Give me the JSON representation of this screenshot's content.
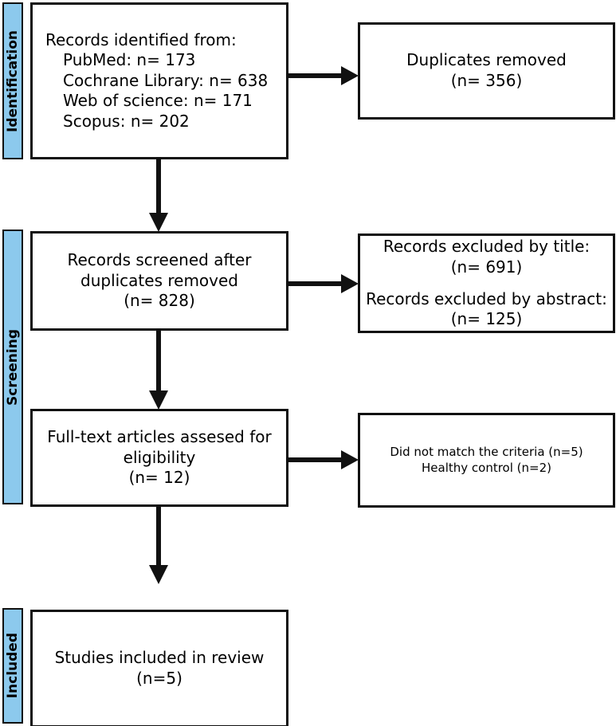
{
  "diagram": {
    "title": "PRISMA study selection flow diagram",
    "accent_color": "#8CC9ED",
    "line_color": "#111111",
    "background": "#ffffff"
  },
  "stages": [
    {
      "id": "identification",
      "label": "Identification"
    },
    {
      "id": "screening",
      "label": "Screening"
    },
    {
      "id": "included",
      "label": "Included"
    }
  ],
  "boxes": {
    "identified": {
      "heading": "Records identified from:",
      "sources": [
        "PubMed: n= 173",
        "Cochrane Library: n= 638",
        "Web of science: n= 171",
        "Scopus: n= 202"
      ]
    },
    "duplicates_removed": {
      "line1": "Duplicates removed",
      "line2": "(n= 356)"
    },
    "screened": {
      "line1": "Records screened after",
      "line2": "duplicates removed",
      "line3": "(n= 828)"
    },
    "excluded_screening": {
      "group1_line1": "Records excluded by title:",
      "group1_line2": "(n= 691)",
      "group2_line1": "Records excluded by abstract:",
      "group2_line2": "(n= 125)"
    },
    "fulltext": {
      "line1": "Full-text articles assesed for",
      "line2": "eligibility",
      "line3": "(n= 12)"
    },
    "excluded_eligibility": {
      "line1": "Did not match the criteria (n=5)",
      "line2": "Healthy control (n=2)"
    },
    "included_studies": {
      "line1": "Studies included in review",
      "line2": "(n=5)"
    }
  },
  "connectors": [
    {
      "id": "identified-to-duplicates",
      "direction": "right"
    },
    {
      "id": "identified-to-screened",
      "direction": "down"
    },
    {
      "id": "screened-to-excluded",
      "direction": "right"
    },
    {
      "id": "screened-to-fulltext",
      "direction": "down"
    },
    {
      "id": "fulltext-to-excluded",
      "direction": "right"
    },
    {
      "id": "fulltext-to-included",
      "direction": "down"
    }
  ]
}
